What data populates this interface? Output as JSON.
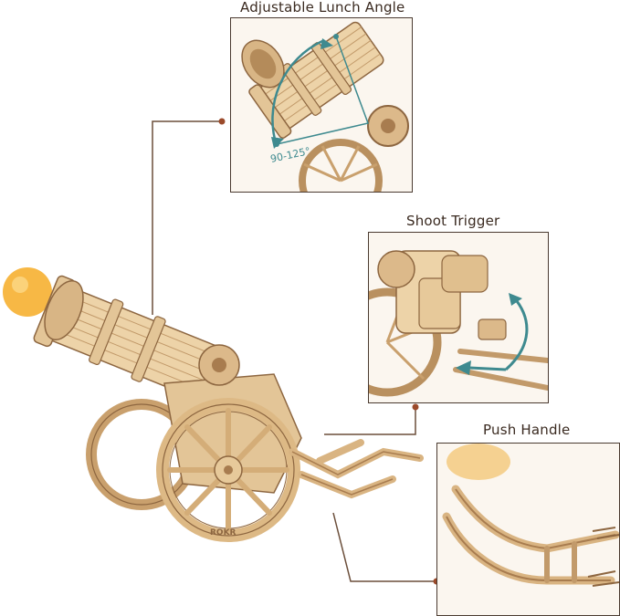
{
  "callouts": {
    "launch_angle": {
      "title": "Adjustable Lunch Angle",
      "angle_text": "90-125°"
    },
    "trigger": {
      "title": "Shoot Trigger"
    },
    "handle": {
      "title": "Push Handle"
    }
  },
  "brand_mark": "ROKR",
  "colors": {
    "wood_light": "#f1d9b4",
    "wood_mid": "#dcb98a",
    "wood_dark": "#a87c4f",
    "outline": "#5b4030",
    "accent_teal": "#3e8a8f",
    "ball": "#f7b845"
  }
}
